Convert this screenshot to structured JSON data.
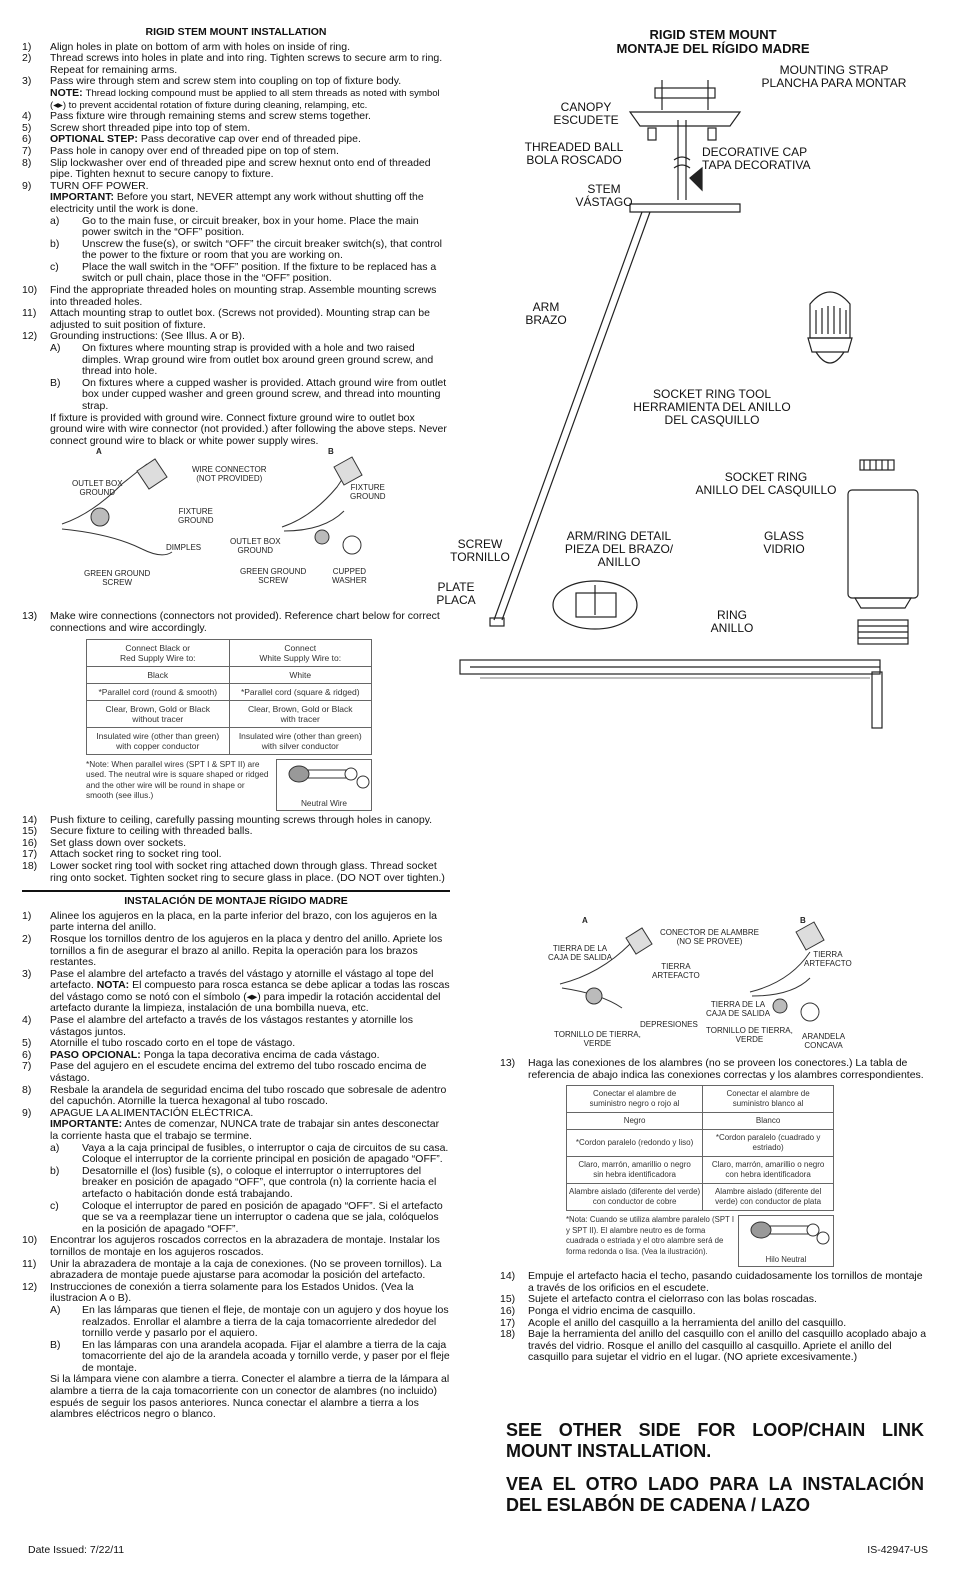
{
  "en": {
    "title": "RIGID STEM MOUNT INSTALLATION",
    "s1": "Align holes in plate on bottom of arm with holes on inside of ring.",
    "s2": "Thread screws into holes in plate and into ring. Tighten screws to secure arm to ring. Repeat for remaining arms.",
    "s3": "Pass wire through stem and screw stem into coupling on top of fixture body.",
    "s3_note_label": "NOTE:",
    "s3_note": "Thread locking compound must be applied to all stem threads as noted with symbol (◂▸) to prevent accidental rotation of fixture during cleaning, relamping, etc.",
    "s4": "Pass fixture wire through remaining stems and screw stems together.",
    "s5": "Screw short threaded pipe into top of stem.",
    "s6_label": "OPTIONAL STEP:",
    "s6": "Pass decorative cap over end of threaded pipe.",
    "s7": "Pass hole in canopy over end of threaded pipe on top of stem.",
    "s8": "Slip lockwasher over end of threaded pipe and screw hexnut onto end of threaded pipe. Tighten hexnut to secure canopy to fixture.",
    "s9": "TURN OFF POWER.",
    "s9_imp_label": "IMPORTANT:",
    "s9_imp": "Before you start, NEVER attempt any work without shutting off the electricity until the work is done.",
    "s9a": "Go to the main fuse, or circuit breaker, box in your home. Place the main power switch in the “OFF” position.",
    "s9b": "Unscrew the fuse(s), or switch “OFF” the circuit breaker switch(s), that control the power to the fixture or room that you are working on.",
    "s9c": "Place the wall switch in the “OFF” position. If the fixture to be replaced has a switch or pull chain, place those in the “OFF” position.",
    "s10": "Find the appropriate threaded holes on mounting strap. Assemble mounting screws into threaded holes.",
    "s11": "Attach mounting strap to outlet box. (Screws not provided). Mounting strap can be adjusted to suit position of fixture.",
    "s12": "Grounding instructions: (See Illus. A or B).",
    "s12A": "On fixtures where mounting strap is provided with a hole and two raised dimples. Wrap ground wire from outlet box around green ground screw, and thread into hole.",
    "s12B": "On fixtures where a cupped washer is provided. Attach ground wire from outlet box under cupped washer and green ground screw, and thread into mounting strap.",
    "s12_para": "If fixture is provided with ground wire. Connect fixture ground wire to outlet box ground wire with wire connector (not provided.) after following the above steps. Never connect ground wire to black or white power supply wires.",
    "s13": "Make wire connections (connectors not provided). Reference chart below for correct connections and wire accordingly.",
    "s14": "Push fixture to ceiling, carefully passing mounting screws through holes in canopy.",
    "s15": "Secure fixture to ceiling with threaded balls.",
    "s16": "Set glass down over sockets.",
    "s17": "Attach socket ring to socket ring tool.",
    "s18": "Lower socket ring tool with socket ring attached down through glass. Thread socket ring onto socket. Tighten socket ring to secure glass in place. (DO NOT over tighten.)",
    "diagram": {
      "a": "A",
      "b": "B",
      "wire_connector": "WIRE CONNECTOR\n(NOT PROVIDED)",
      "outlet_box_ground": "OUTLET BOX\nGROUND",
      "fixture_ground_a": "FIXTURE\nGROUND",
      "dimples": "DIMPLES",
      "green_ground_screw_a": "GREEN GROUND\nSCREW",
      "fixture_ground_b": "FIXTURE\nGROUND",
      "outlet_box_ground_b": "OUTLET BOX\nGROUND",
      "green_ground_screw_b": "GREEN GROUND\nSCREW",
      "cupped_washer": "CUPPED\nWASHER"
    },
    "table": [
      [
        "Connect Black or\nRed Supply Wire to:",
        "Connect\nWhite Supply Wire to:"
      ],
      [
        "Black",
        "White"
      ],
      [
        "*Parallel cord (round & smooth)",
        "*Parallel cord (square & ridged)"
      ],
      [
        "Clear, Brown, Gold or Black\nwithout tracer",
        "Clear, Brown, Gold or Black\nwith tracer"
      ],
      [
        "Insulated wire (other than green)\nwith copper conductor",
        "Insulated wire (other than green)\nwith silver conductor"
      ]
    ],
    "table_note": "*Note: When parallel wires (SPT I & SPT II) are used. The neutral wire is square shaped or ridged and the other wire will be round in shape or smooth (see illus.)",
    "neutral_wire": "Neutral Wire"
  },
  "es": {
    "title": "INSTALACIÓN DE MONTAJE RÍGIDO MADRE",
    "s1": "Alinee los agujeros en la placa, en la parte inferior del brazo, con los agujeros en la parte interna del anillo.",
    "s2": "Rosque los tornillos dentro de los agujeros en la placa y dentro del anillo. Apriete los tornillos a fin de asegurar el brazo al anillo. Repita la operación para los brazos restantes.",
    "s3": "Pase el alambre del artefacto a través del vástago y atornille el vástago al tope del artefacto.",
    "s3_note_label": "NOTA:",
    "s3_note": "El compuesto para rosca estanca se debe aplicar a todas las roscas del vástago como se notó con el símbolo (◂▸) para impedir la rotación accidental del artefacto durante la limpieza, instalación de una bombilla nueva, etc.",
    "s4": "Pase el alambre del artefacto a través de los vástagos restantes y atornille los vástagos juntos.",
    "s5": "Atornille el tubo roscado corto en el tope de vástago.",
    "s6_label": "PASO OPCIONAL:",
    "s6": "Ponga la tapa decorativa encima de cada vástago.",
    "s7": "Pase del agujero en el escudete encima del extremo del tubo roscado encima de vástago.",
    "s8": "Resbale la arandela de seguridad encima del tubo roscado que sobresale de adentro del capuchón. Atornille la tuerca hexagonal al tubo roscado.",
    "s9": "APAGUE LA ALIMENTACIÓN ELÉCTRICA.",
    "s9_imp_label": "IMPORTANTE:",
    "s9_imp": "Antes de comenzar, NUNCA trate de trabajar sin antes desconectar la corriente hasta que el trabajo se termine.",
    "s9a": "Vaya a la caja principal de fusibles, o interruptor o caja de circuitos de su casa. Coloque el interruptor de la corriente principal en posición de apagado “OFF”.",
    "s9b": "Desatornille el (los) fusible (s), o coloque el interruptor o interruptores del breaker en posición de apagado “OFF”, que controla (n) la corriente hacia el artefacto o habitación donde está trabajando.",
    "s9c": "Coloque el interruptor de pared en posición de apagado “OFF”. Si el artefacto que se va a reemplazar tiene un interruptor o cadena que se jala, colóquelos en la posición de apagado “OFF”.",
    "s10": "Encontrar los agujeros roscados correctos en la abrazadera de montaje. Instalar los tornillos de montaje en los agujeros roscados.",
    "s11": "Unir la abrazadera de montaje a la caja de conexiones. (No se proveen tornillos). La abrazadera de montaje puede ajustarse para acomodar la posición del artefacto.",
    "s12": "Instrucciones de conexión a tierra solamente para los Estados Unidos. (Vea la ilustracion A o B).",
    "s12A": "En las lámparas que tienen el fleje, de montaje con un agujero y dos hoyue los realzados. Enrollar el alambre a tierra de la caja tomacorriente alrededor del tornillo verde y pasarlo por el aquiero.",
    "s12B": "En las lámparas con una arandela acopada. Fijar el alambre a tierra de la caja tomacorriente del ajo de la arandela acoada y tornillo verde, y paser por el fleje de montaje.",
    "s12_para": "Si la lámpara viene con alambre a tierra. Conecter el alambre a tierra de la lámpara al alambre a tierra de la caja tomacorriente con un conector de alambres (no incluido) espués de seguir los pasos anteriores. Nunca conectar el alambre a tierra a los alambres eléctricos negro o blanco.",
    "s13": "Haga las conexiones de los alambres (no se proveen los conectores.) La tabla de referencia de abajo indica las conexiones correctas y los alambres correspondientes.",
    "s14": "Empuje el artefacto hacia el techo, pasando cuidadosamente los tornillos de montaje a través de los orificios en el escudete.",
    "s15": "Sujete el artefacto contra el cielorraso con las bolas roscadas.",
    "s16": "Ponga el vidrio encima de casquillo.",
    "s17": "Acople el anillo del casquillo a la herramienta del anillo del casquillo.",
    "s18": "Baje la herramienta del anillo del casquillo con el anillo del casquillo acoplado abajo a través del vidrio. Rosque el anillo del casquillo al casquillo. Apriete el anillo del casquillo para sujetar el vidrio en el lugar. (NO apriete excesivamente.)",
    "diagram": {
      "a": "A",
      "b": "B",
      "connector": "CONECTOR DE ALAMBRE\n(NO SE PROVEE)",
      "tierra_caja": "TIERRA DE LA\nCAJA DE SALIDA",
      "tierra_art_a": "TIERRA\nARTEFACTO",
      "depresiones": "DEPRESIONES",
      "tornillo_a": "TORNILLO DE TIERRA,\nVERDE",
      "tierra_art_b": "TIERRA\nARTEFACTO",
      "tierra_caja_b": "TIERRA DE LA\nCAJA DE SALIDA",
      "tornillo_b": "TORNILLO DE TIERRA,\nVERDE",
      "arandela": "ARANDELA\nCONCAVA"
    },
    "table": [
      [
        "Conectar el alambre de\nsuministro negro o rojo al",
        "Conectar el alambre de\nsuministro blanco al"
      ],
      [
        "Negro",
        "Blanco"
      ],
      [
        "*Cordon paralelo (redondo y liso)",
        "*Cordon paralelo (cuadrado y estriado)"
      ],
      [
        "Claro, marrón, amarillio o negro\nsin hebra identificadora",
        "Claro, marrón, amarillio o negro\ncon hebra identificadora"
      ],
      [
        "Alambre aislado (diferente del verde)\ncon conductor de cobre",
        "Alambre aislado (diferente del\nverde) con conductor de plata"
      ]
    ],
    "table_note": "*Nota: Cuando se utiliza alambre paralelo (SPT I y SPT II). El alambre neutro es de forma cuadrada o estriada y el otro alambre será de forma redonda o lisa. (Vea la ilustración).",
    "neutral_wire": "Hilo Neutral"
  },
  "main_diagram": {
    "title1": "RIGID STEM MOUNT",
    "title2": "MONTAJE DEL RÍGIDO MADRE",
    "mounting_strap": "MOUNTING STRAP\nPLANCHA PARA MONTAR",
    "canopy": "CANOPY\nESCUDETE",
    "threaded_ball": "THREADED BALL\nBOLA ROSCADO",
    "decorative_cap": "DECORATIVE CAP\nTAPA DECORATIVA",
    "stem": "STEM\nVÁSTAGO",
    "arm": "ARM\nBRAZO",
    "socket_ring_tool": "SOCKET RING TOOL\nHERRAMIENTA DEL ANILLO\nDEL CASQUILLO",
    "socket_ring": "SOCKET RING\nANILLO DEL CASQUILLO",
    "screw": "SCREW\nTORNILLO",
    "arm_ring_detail": "ARM/RING DETAIL\nPIEZA DEL BRAZO/\nANILLO",
    "glass": "GLASS\nVIDRIO",
    "plate": "PLATE\nPLACA",
    "ring": "RING\nANILLO"
  },
  "bottom": {
    "see_other": "SEE OTHER SIDE FOR LOOP/CHAIN LINK MOUNT INSTALLATION.",
    "vea_otro": "VEA EL OTRO LADO PARA LA INSTALACIÓN DEL ESLABÓN DE CADENA / LAZO",
    "date": "Date Issued: 7/22/11",
    "doc_id": "IS-42947-US"
  }
}
